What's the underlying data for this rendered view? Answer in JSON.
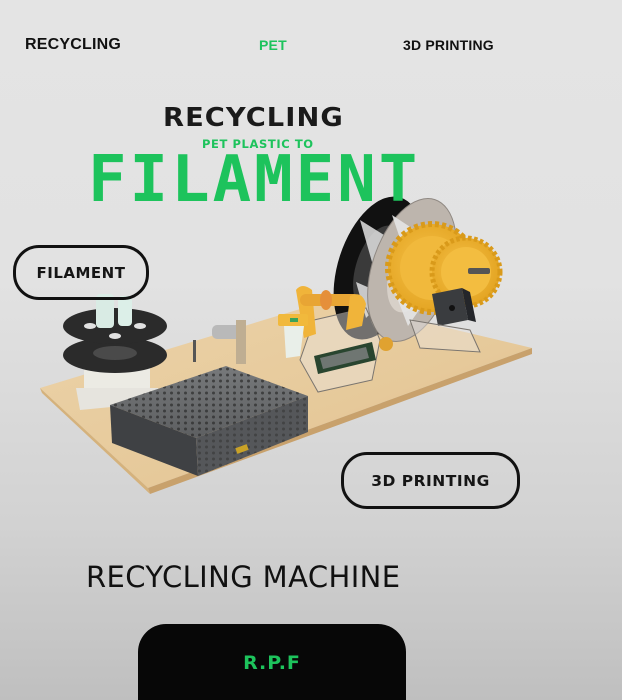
{
  "nav": {
    "items": [
      {
        "label": "RECYCLING",
        "active": false
      },
      {
        "label": "PET",
        "active": true
      },
      {
        "label": "3D PRINTING",
        "active": false
      }
    ]
  },
  "hero": {
    "eyebrow": "RECYCLING",
    "subtitle": "PET PLASTIC TO",
    "headline": "FILAMENT"
  },
  "tags": {
    "filament": "FILAMENT",
    "printing": "3D PRINTING"
  },
  "illustration": {
    "subject": "filament-recycling-machine-render",
    "components": [
      "filament-spool",
      "power-supply",
      "lcd-display",
      "winding-spool",
      "gear-drive",
      "stepper-motor",
      "wooden-base-board"
    ]
  },
  "section": {
    "title": "RECYCLING MACHINE"
  },
  "cta": {
    "label": "R.P.F"
  },
  "colors": {
    "accent": "#1dc35c",
    "text": "#111111",
    "card": "#070707",
    "background_top": "#e4e4e4",
    "background_bottom": "#bfbfbf"
  }
}
